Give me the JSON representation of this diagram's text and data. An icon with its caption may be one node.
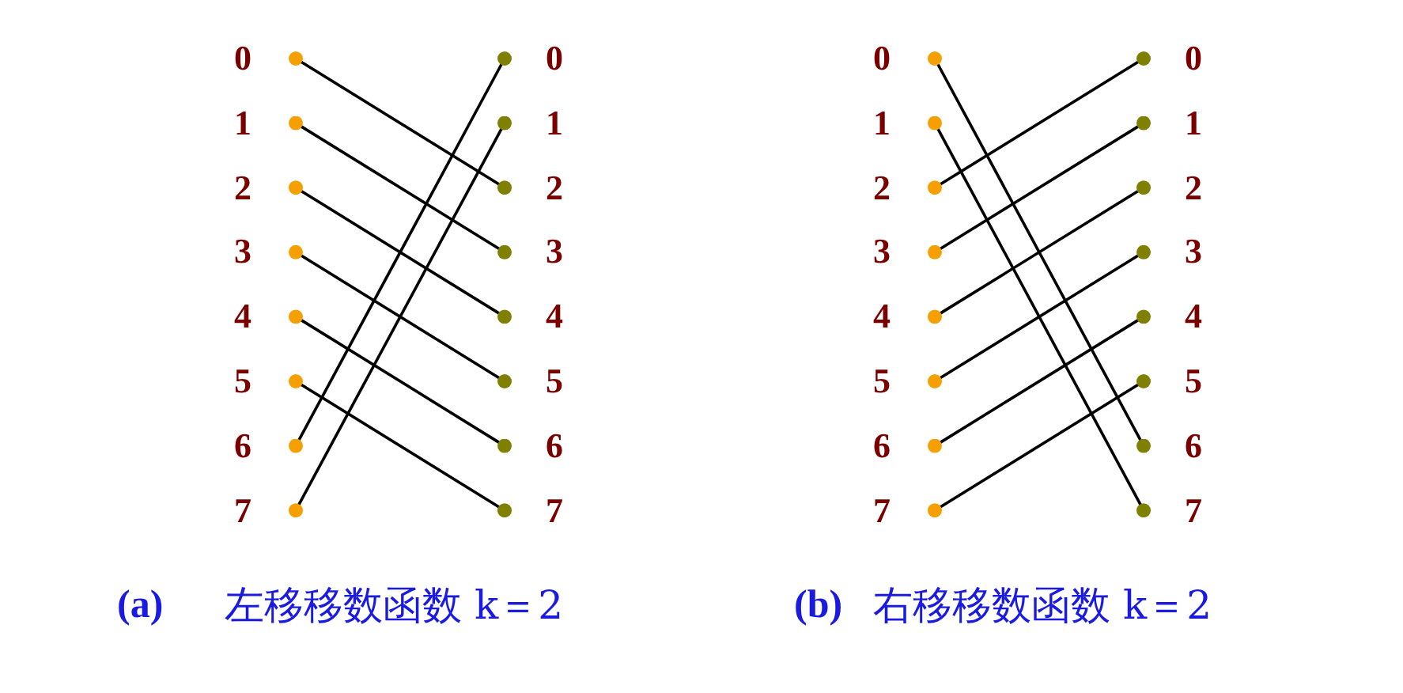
{
  "diagram": {
    "nodes": [
      {
        "text": [
          "0"
        ]
      },
      {
        "text": [
          "1"
        ]
      },
      {
        "text": [
          "2"
        ]
      },
      {
        "text": [
          "3"
        ]
      },
      {
        "text": [
          "4"
        ]
      },
      {
        "text": [
          "5"
        ]
      },
      {
        "text": [
          "6"
        ]
      },
      {
        "text": [
          "7"
        ]
      },
      {
        "text": [
          "0"
        ]
      },
      {
        "text": [
          "1"
        ]
      },
      {
        "text": [
          "2"
        ]
      },
      {
        "text": [
          "3"
        ]
      },
      {
        "text": [
          "4"
        ]
      },
      {
        "text": [
          "5"
        ]
      },
      {
        "text": [
          "6"
        ]
      },
      {
        "text": [
          "7"
        ]
      },
      {
        "text": [
          "0"
        ]
      },
      {
        "text": [
          "1"
        ]
      },
      {
        "text": [
          "2"
        ]
      },
      {
        "text": [
          "3"
        ]
      },
      {
        "text": [
          "4"
        ]
      },
      {
        "text": [
          "5"
        ]
      },
      {
        "text": [
          "6"
        ]
      },
      {
        "text": [
          "7"
        ]
      },
      {
        "text": [
          "0"
        ]
      },
      {
        "text": [
          "1"
        ]
      },
      {
        "text": [
          "2"
        ]
      },
      {
        "text": [
          "3"
        ]
      },
      {
        "text": [
          "4"
        ]
      },
      {
        "text": [
          "5"
        ]
      },
      {
        "text": [
          "6"
        ]
      },
      {
        "text": [
          "7"
        ]
      }
    ],
    "edges": [
      {
        "from": 0,
        "to": 10,
        "arrow": "other"
      },
      {
        "from": 1,
        "to": 11,
        "arrow": "other"
      },
      {
        "from": 2,
        "to": 12,
        "arrow": "other"
      },
      {
        "from": 3,
        "to": 13,
        "arrow": "other"
      },
      {
        "from": 4,
        "to": 14,
        "arrow": "other"
      },
      {
        "from": 5,
        "to": 15,
        "arrow": "other"
      },
      {
        "from": 6,
        "to": 8,
        "arrow": "other"
      },
      {
        "from": 7,
        "to": 9,
        "arrow": "other"
      },
      {
        "from": 16,
        "to": 30,
        "arrow": "other"
      },
      {
        "from": 17,
        "to": 31,
        "arrow": "other"
      },
      {
        "from": 18,
        "to": 24,
        "arrow": "other"
      },
      {
        "from": 19,
        "to": 25,
        "arrow": "other"
      },
      {
        "from": 20,
        "to": 26,
        "arrow": "other"
      },
      {
        "from": 21,
        "to": 27,
        "arrow": "other"
      },
      {
        "from": 22,
        "to": 28,
        "arrow": "other"
      },
      {
        "from": 23,
        "to": 29,
        "arrow": "other"
      }
    ],
    "labels": [
      "(a)",
      "左移移数函数 k＝2",
      "(b)",
      "右移移数函数 k＝2"
    ]
  }
}
